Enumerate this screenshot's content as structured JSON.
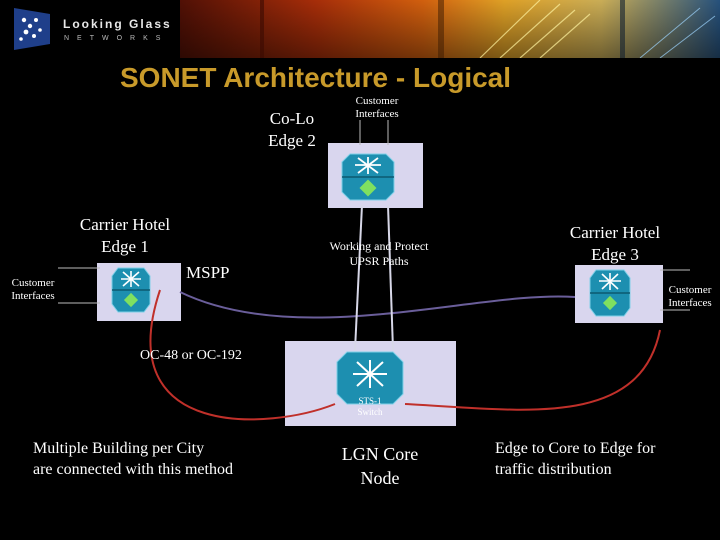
{
  "brand": {
    "name": "Looking Glass",
    "tagline": "NETWORKS"
  },
  "title": "SONET Architecture - Logical",
  "nodes": {
    "colo_edge2": {
      "label_line1": "Co-Lo",
      "label_line2": "Edge 2",
      "interfaces_line1": "Customer",
      "interfaces_line2": "Interfaces"
    },
    "carrier_edge1": {
      "label_line1": "Carrier Hotel",
      "label_line2": "Edge 1",
      "device_label": "MSPP",
      "interfaces_line1": "Customer",
      "interfaces_line2": "Interfaces"
    },
    "carrier_edge3": {
      "label_line1": "Carrier Hotel",
      "label_line2": "Edge 3",
      "interfaces_line1": "Customer",
      "interfaces_line2": "Interfaces"
    },
    "lgn_core": {
      "label_line1": "LGN Core",
      "label_line2": "Node",
      "switch_line1": "STS-1",
      "switch_line2": "Switch"
    }
  },
  "annotations": {
    "paths_line1": "Working and Protect",
    "paths_line2": "UPSR Paths",
    "link_rate": "OC-48 or OC-192",
    "note_left_line1": "Multiple Building per City",
    "note_left_line2": "are connected with this method",
    "note_right_line1": "Edge to Core to Edge for",
    "note_right_line2": "traffic distribution"
  },
  "colors": {
    "title": "#c89a2a",
    "working_path": "#c0302a",
    "protect_path": "#6a5e9a",
    "node_box": "#d9d6ee",
    "device": "#1d8fb0"
  }
}
